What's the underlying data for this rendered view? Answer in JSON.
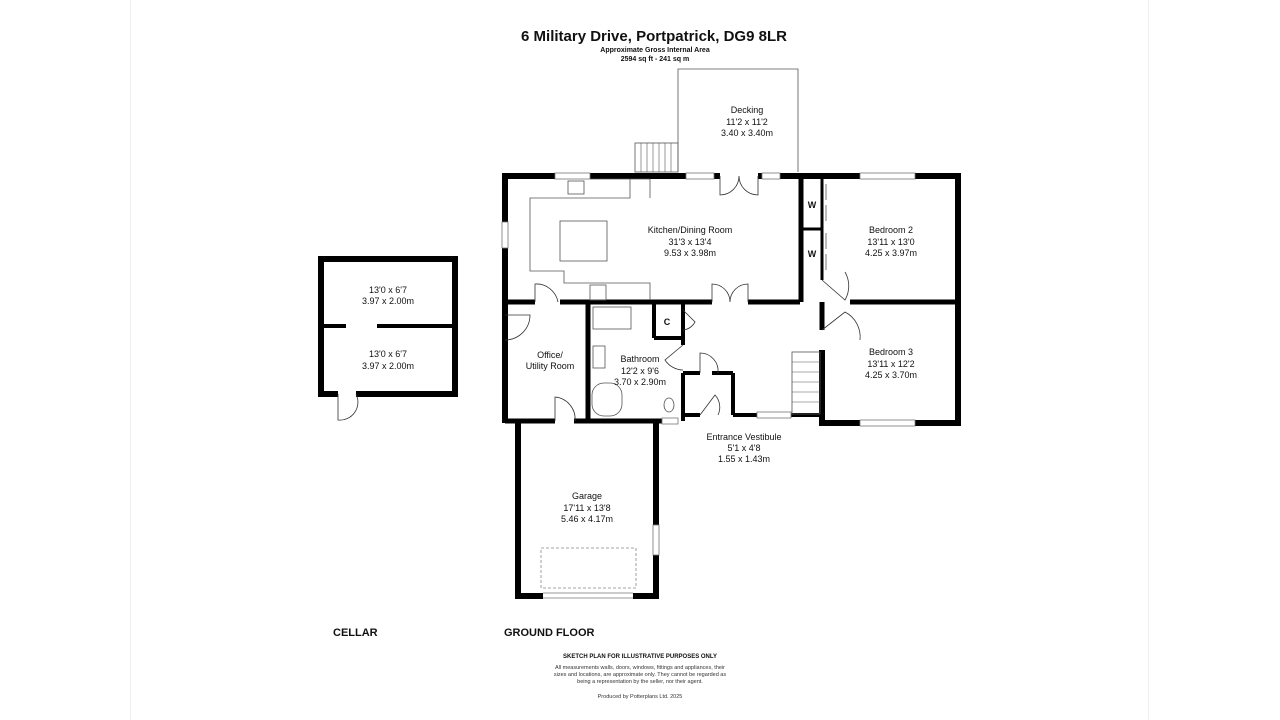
{
  "header": {
    "address": "6 Military Drive, Portpatrick, DG9 8LR",
    "area_label": "Approximate Gross Internal Area",
    "area_value": "2594 sq ft - 241 sq m"
  },
  "cellar": {
    "label": "CELLAR",
    "rooms": [
      {
        "imperial": "13'0 x 6'7",
        "metric": "3.97 x 2.00m"
      },
      {
        "imperial": "13'0 x 6'7",
        "metric": "3.97 x 2.00m"
      }
    ]
  },
  "ground_floor": {
    "label": "GROUND FLOOR",
    "rooms": {
      "decking": {
        "name": "Decking",
        "imperial": "11'2 x 11'2",
        "metric": "3.40 x 3.40m"
      },
      "kitchen": {
        "name": "Kitchen/Dining Room",
        "imperial": "31'3 x 13'4",
        "metric": "9.53 x 3.98m"
      },
      "bedroom2": {
        "name": "Bedroom 2",
        "imperial": "13'11 x 13'0",
        "metric": "4.25 x 3.97m"
      },
      "bedroom3": {
        "name": "Bedroom 3",
        "imperial": "13'11 x 12'2",
        "metric": "4.25 x 3.70m"
      },
      "office": {
        "name1": "Office/",
        "name2": "Utility Room"
      },
      "bathroom": {
        "name": "Bathroom",
        "imperial": "12'2 x 9'6",
        "metric": "3.70 x 2.90m"
      },
      "vestibule": {
        "name": "Entrance Vestibule",
        "imperial": "5'1 x 4'8",
        "metric": "1.55 x 1.43m"
      },
      "garage": {
        "name": "Garage",
        "imperial": "17'11 x 13'8",
        "metric": "5.46 x 4.17m"
      }
    },
    "markers": {
      "cupboard": "C",
      "wardrobe1": "W",
      "wardrobe2": "W"
    }
  },
  "footer": {
    "heading": "SKETCH PLAN FOR ILLUSTRATIVE PURPOSES ONLY",
    "line1": "All measurements walls, doors, windows, fittings and appliances, their",
    "line2": "sizes and locations, are approximate only. They cannot be regarded as",
    "line3": "being a representation by the seller, nor their agent.",
    "credit": "Produced by Potterplans Ltd. 2025"
  }
}
